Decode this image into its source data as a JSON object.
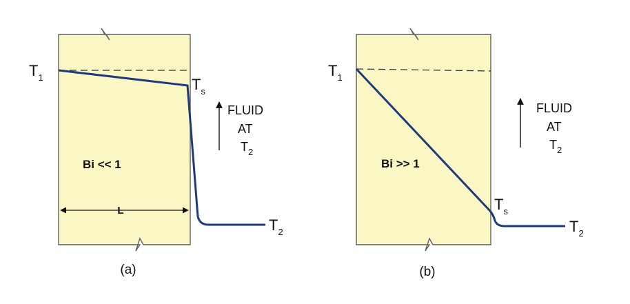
{
  "colors": {
    "slab_fill": "#FAF7C4",
    "slab_stroke": "#5f5f5f",
    "profile": "#1f3a7a",
    "text": "#111111"
  },
  "panel_a": {
    "t1_main": "T",
    "t1_sub": "1",
    "ts_main": "T",
    "ts_sub": "s",
    "t2_main": "T",
    "t2_sub": "2",
    "fluid_line1": "FLUID",
    "fluid_line2": "AT",
    "fluid_t2_main": "T",
    "fluid_t2_sub": "2",
    "biot_label": "Bi << 1",
    "length_label": "L",
    "caption": "(a)"
  },
  "panel_b": {
    "t1_main": "T",
    "t1_sub": "1",
    "ts_main": "T",
    "ts_sub": "s",
    "t2_main": "T",
    "t2_sub": "2",
    "fluid_line1": "FLUID",
    "fluid_line2": "AT",
    "fluid_t2_main": "T",
    "fluid_t2_sub": "2",
    "biot_label": "Bi >> 1",
    "caption": "(b)"
  }
}
